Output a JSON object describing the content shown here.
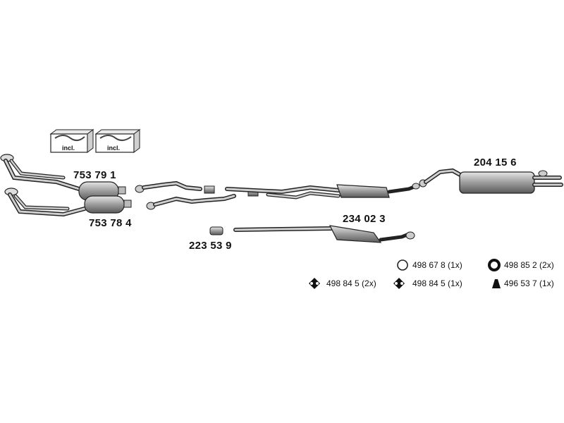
{
  "parts": {
    "front_cat_upper": "753 79 1",
    "front_cat_lower": "753 78 4",
    "clamp_small": "223 53 9",
    "middle_muffler": "234 02 3",
    "rear_muffler": "204 15 6"
  },
  "kit_boxes": [
    "incl.",
    "incl."
  ],
  "mounts": [
    {
      "icon": "ring-icon",
      "text": "498 67 8 (1x)"
    },
    {
      "icon": "thick-ring-icon",
      "text": "498 85 2 (2x)"
    },
    {
      "icon": "double-hanger-icon",
      "text": "498 84 5 (2x)"
    },
    {
      "icon": "double-hanger-icon",
      "text": "498 84 5 (1x)"
    },
    {
      "icon": "bracket-icon",
      "text": "496 53 7 (1x)"
    }
  ],
  "colors": {
    "line": "#222222",
    "fill": "#9a9a9a",
    "light": "#cfcfcf"
  }
}
